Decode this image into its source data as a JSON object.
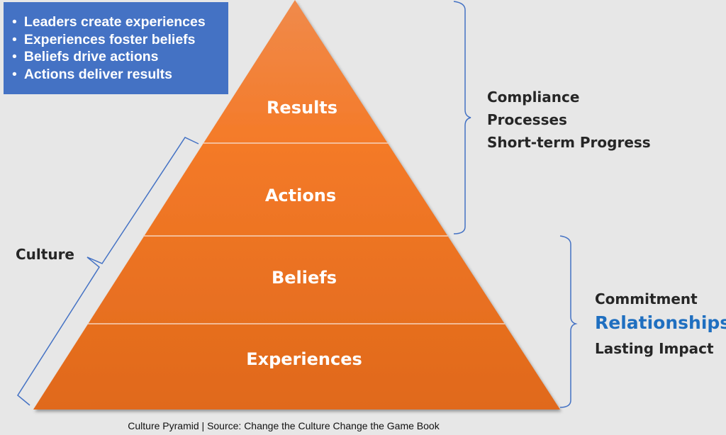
{
  "bullets": [
    "Leaders create experiences",
    "Experiences foster beliefs",
    "Beliefs drive actions",
    "Actions deliver results"
  ],
  "tiers": [
    "Results",
    "Actions",
    "Beliefs",
    "Experiences"
  ],
  "left_label": "Culture",
  "upper_right": [
    "Compliance",
    "Processes",
    "Short-term Progress"
  ],
  "lower_right": [
    "Commitment",
    "Relationships",
    "Lasting Impact"
  ],
  "caption": "Culture Pyramid | Source: Change the Culture Change the Game Book",
  "colors": {
    "background": "#e7e7e7",
    "box": "#4472c4",
    "pyramid_top": "#f08a4b",
    "pyramid_bottom": "#e06a1a",
    "bracket": "#4472c4",
    "highlight": "#1f6fc0"
  }
}
